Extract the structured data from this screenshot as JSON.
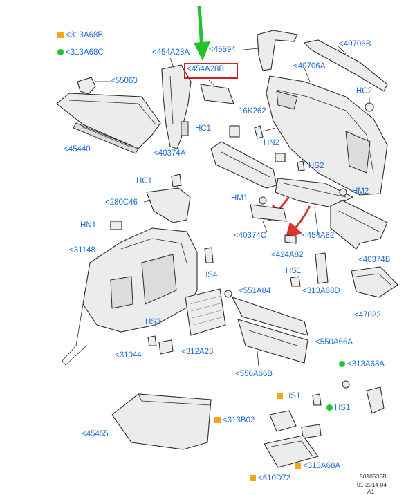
{
  "legend": {
    "square_label": "<313A68B",
    "dot_label": "<313A68C"
  },
  "colors": {
    "callout": "#1f6fd6",
    "highlight": "#e0191e",
    "arrow": "#22c22a",
    "square_marker": "#f4a51c",
    "dot_marker": "#22c22a",
    "pointer_arrow": "#d9362b"
  },
  "highlighted_part": "<454A28B",
  "callouts": {
    "c454A28A": "<454A28A",
    "c45594": "<45594",
    "c40706B": "<40706B",
    "c40706A": "<40706A",
    "c55063": "<55063",
    "cHC2": "HC2",
    "c16K262": "16K262",
    "cHC1a": "HC1",
    "c45440": "<45440",
    "cHN2": "HN2",
    "c40374A": "<40374A",
    "cHS2": "HS2",
    "cHC1b": "HC1",
    "cHM1": "HM1",
    "cHM2": "HM2",
    "c280C46": "<280C46",
    "cHN1": "HN1",
    "c40374C": "<40374C",
    "c454A82": "<454A82",
    "c31148": "<31148",
    "c424A82": "<424A82",
    "c40374B": "<40374B",
    "cHS4": "HS4",
    "cHS1a": "HS1",
    "c551A84": "<551A84",
    "c313A68D": "<313A68D",
    "c47022": "<47022",
    "cHS3": "HS3",
    "c550A66A": "<550A66A",
    "c31044": "<31044",
    "c312A28": "<312A28",
    "c550A66B": "<550A66B",
    "c313A68A_top": "<313A68A",
    "cHS1b": "HS1",
    "cHS1c": "HS1",
    "c313B02": "<313B02",
    "c45455": "<45455",
    "c313A68A_bottom": "<313A68A",
    "c610D72": "<610D72"
  },
  "footer": {
    "code": "5010535B",
    "date": "01-2014 04",
    "sheet": "A1"
  }
}
